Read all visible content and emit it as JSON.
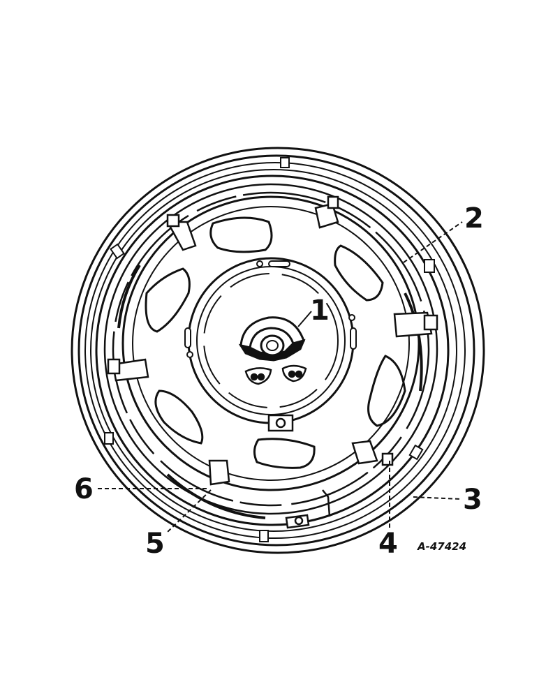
{
  "diagram": {
    "callouts": [
      {
        "id": "1",
        "label": "1"
      },
      {
        "id": "2",
        "label": "2"
      },
      {
        "id": "3",
        "label": "3"
      },
      {
        "id": "4",
        "label": "4"
      },
      {
        "id": "5",
        "label": "5"
      },
      {
        "id": "6",
        "label": "6"
      }
    ],
    "plate_number": "A-47424",
    "colors": {
      "ink": "#111111",
      "paper": "#ffffff"
    }
  }
}
